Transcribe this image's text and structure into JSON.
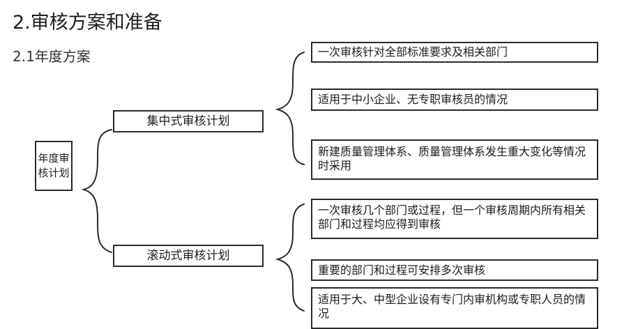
{
  "title": "2.审核方案和准备",
  "subtitle": "2.1年度方案",
  "root": {
    "label": "年度审核计划"
  },
  "branches": [
    {
      "label": "集中式审核计划",
      "items": [
        "一次审核针对全部标准要求及相关部门",
        "适用于中小企业、无专职审核员的情况",
        "新建质量管理体系、质量管理体系发生重大变化等情况时采用"
      ]
    },
    {
      "label": "滚动式审核计划",
      "items": [
        "一次审核几个部门或过程，但一个审核周期内所有相关部门和过程均应得到审核",
        "重要的部门和过程可安排多次审核",
        "适用于大、中型企业设有专门内审机构或专职人员的情况"
      ]
    }
  ],
  "colors": {
    "line": "#2a2a2a",
    "text": "#1c1c1c",
    "background": "#ffffff"
  }
}
